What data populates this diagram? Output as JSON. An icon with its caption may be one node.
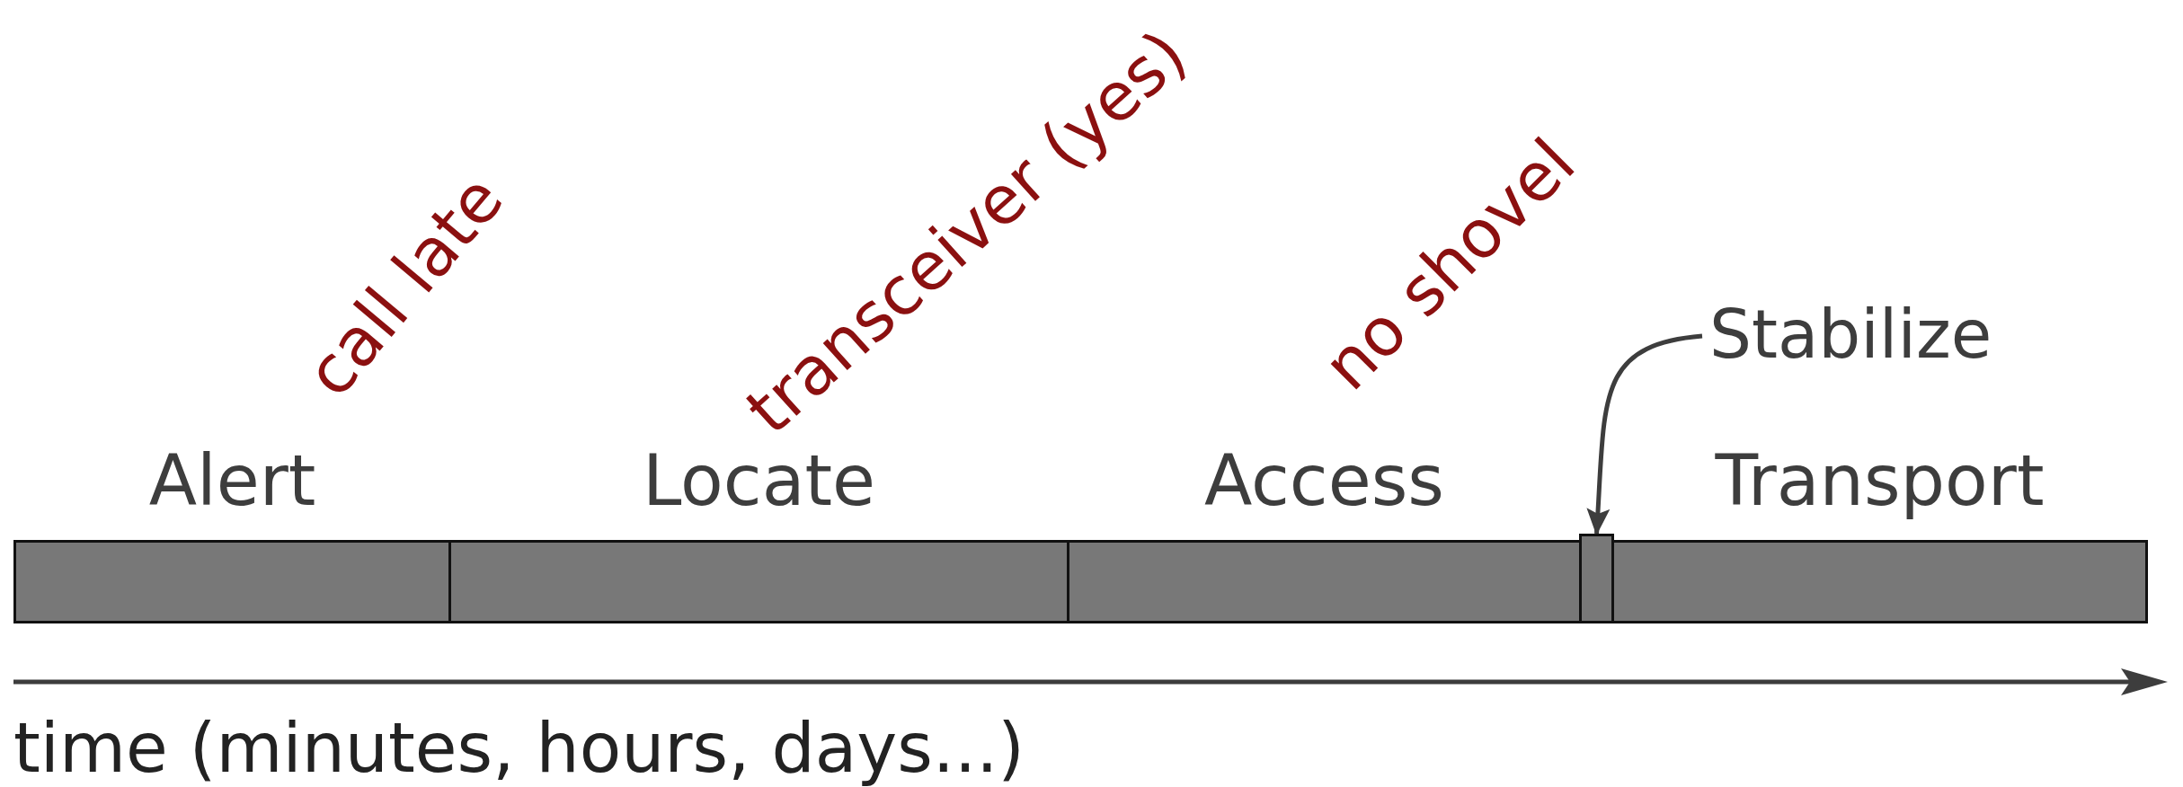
{
  "diagram": {
    "nodes": [
      {
        "text": [
          "Alert"
        ]
      },
      {
        "text": [
          "Locate"
        ]
      },
      {
        "text": [
          "Access"
        ]
      },
      {
        "text": [
          "Stabilize"
        ]
      },
      {
        "text": [],
        "shape": "bar"
      },
      {
        "text": [
          "Transport"
        ]
      }
    ],
    "edges": [
      {
        "from": 3,
        "to": 4,
        "arrow": "to"
      }
    ],
    "labels": [
      "call late",
      "transceiver (yes)",
      "no shovel",
      "time (minutes, hours, days...)"
    ]
  }
}
